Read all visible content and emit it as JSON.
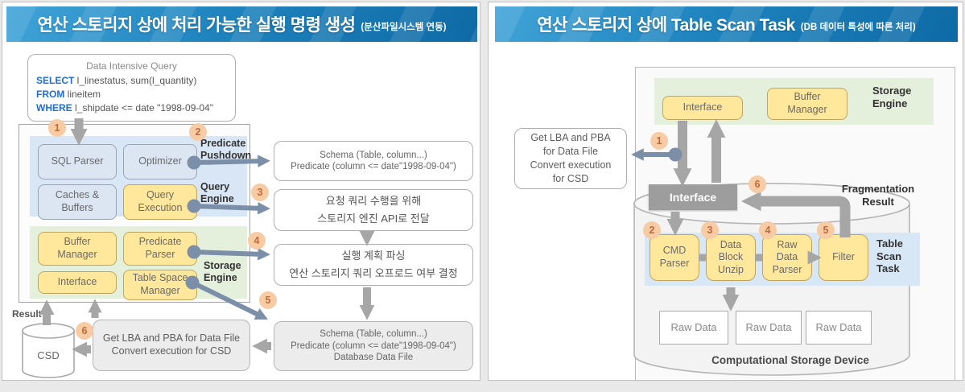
{
  "left": {
    "title": "연산 스토리지 상에 처리 가능한 실행 명령 생성",
    "note": "(분산파일시스템 연동)",
    "query": {
      "header": "Data Intensive Query",
      "select_kw": "SELECT",
      "select_rest": " l_linestatus, sum(l_quantity)",
      "from_kw": "FROM",
      "from_rest": " lineitem",
      "where_kw": "WHERE",
      "where_rest": " l_shipdate <= date \"1998-09-04\""
    },
    "engine": {
      "pushdown_label": "Predicate Pushdown",
      "label": "Query Engine",
      "sql_parser": "SQL Parser",
      "optimizer": "Optimizer",
      "caches": "Caches & Buffers",
      "query_exec": "Query Execution"
    },
    "storage": {
      "label": "Storage Engine",
      "buffer_manager": "Buffer Manager",
      "predicate_parser": "Predicate Parser",
      "interface": "Interface",
      "table_space": "Table Space Manager"
    },
    "flow": {
      "schema_box_l1": "Schema (Table, column...)",
      "schema_box_l2": "Predicate (column <= date\"1998-09-04\")",
      "api_box_l1": "요청 쿼리 수행을 위해",
      "api_box_l2": "스토리지 엔진 API로 전달",
      "plan_box_l1": "실행 계획 파싱",
      "plan_box_l2": "연산 스토리지 쿼리 오프로드 여부 결정",
      "file_box_l1": "Schema (Table, column...)",
      "file_box_l2": "Predicate (column <= date\"1998-09-04\")",
      "file_box_l3": "Database Data File",
      "lba_box_l1": "Get LBA and PBA for Data File",
      "lba_box_l2": "Convert execution for CSD",
      "csd": "CSD",
      "result": "Result"
    },
    "steps": [
      "1",
      "2",
      "3",
      "4",
      "5",
      "6"
    ]
  },
  "right": {
    "title": "연산 스토리지 상에 Table Scan Task",
    "note": "(DB 데이터 특성에 따른 처리)",
    "storage": {
      "label": "Storage Engine",
      "interface": "Interface",
      "buffer_manager": "Buffer Manager"
    },
    "lba_box": {
      "l1": "Get LBA and PBA",
      "l2": "for Data File",
      "l3": "Convert execution",
      "l4": "for CSD"
    },
    "interface_mid": "Interface",
    "task": {
      "label": "Table Scan Task",
      "cmd": "CMD Parser",
      "unzip": "Data Block Unzip",
      "raw_parser": "Raw Data Parser",
      "filter": "Filter"
    },
    "raw_data": [
      "Raw Data",
      "Raw Data",
      "Raw Data"
    ],
    "frag": "Fragmentation Result",
    "device": "Computational Storage Device",
    "steps": [
      "1",
      "2",
      "3",
      "4",
      "5",
      "6"
    ]
  }
}
